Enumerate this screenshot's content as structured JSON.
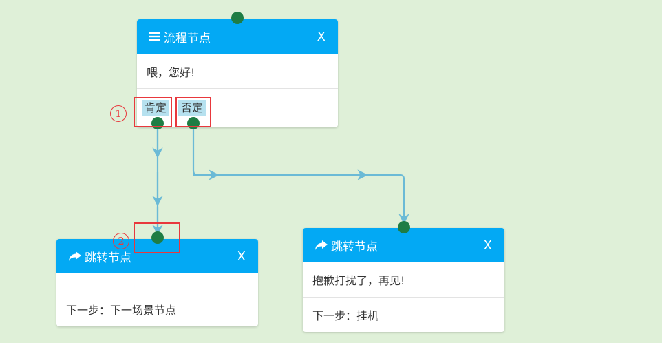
{
  "node_flow": {
    "title": "流程节点",
    "icon": "menu-icon",
    "close_label": "X",
    "message": "喂，您好!",
    "buttons": [
      "肯定",
      "否定"
    ]
  },
  "node_jump_left": {
    "title": "跳转节点",
    "icon": "share-arrow-icon",
    "close_label": "X",
    "message": "",
    "next_step": "下一步：下一场景节点"
  },
  "node_jump_right": {
    "title": "跳转节点",
    "icon": "share-arrow-icon",
    "close_label": "X",
    "message": "抱歉打扰了，再见!",
    "next_step": "下一步：挂机"
  },
  "annotations": [
    "1",
    "2"
  ],
  "colors": {
    "background": "#dff0d8",
    "header": "#03a9f4",
    "endpoint": "#1f7d44",
    "edge": "#6bbad6",
    "highlight": "#e8383d",
    "button_bg": "#b6e1ef"
  }
}
